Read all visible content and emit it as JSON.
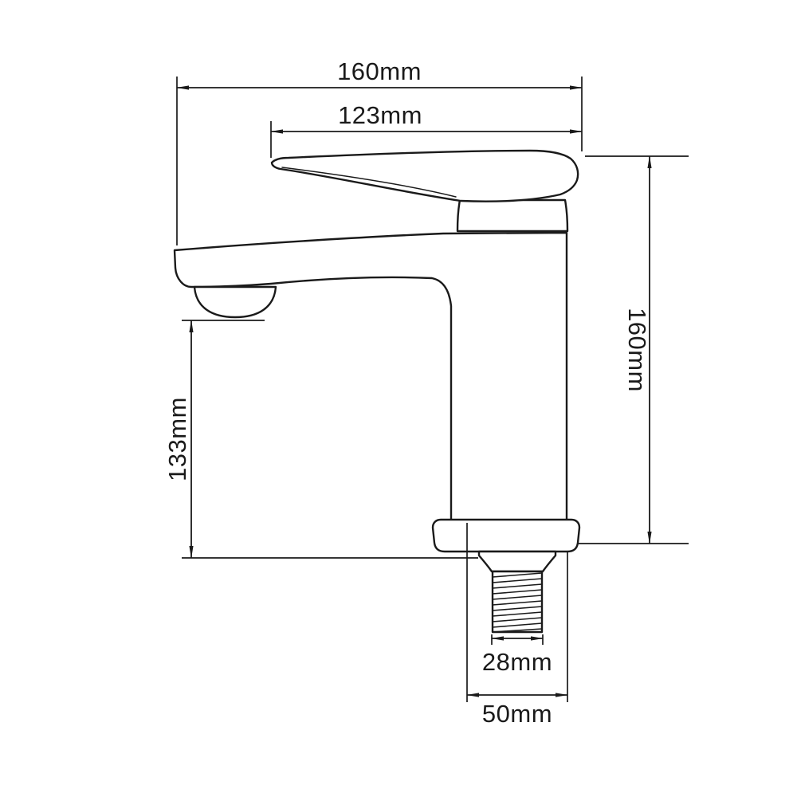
{
  "drawing": {
    "background": "#ffffff",
    "line_color": "#1a1a1a",
    "labels": {
      "overall_width": "160mm",
      "handle_width": "123mm",
      "overall_height": "160mm",
      "spout_height": "133mm",
      "thread_diameter": "28mm",
      "base_width": "50mm"
    }
  }
}
